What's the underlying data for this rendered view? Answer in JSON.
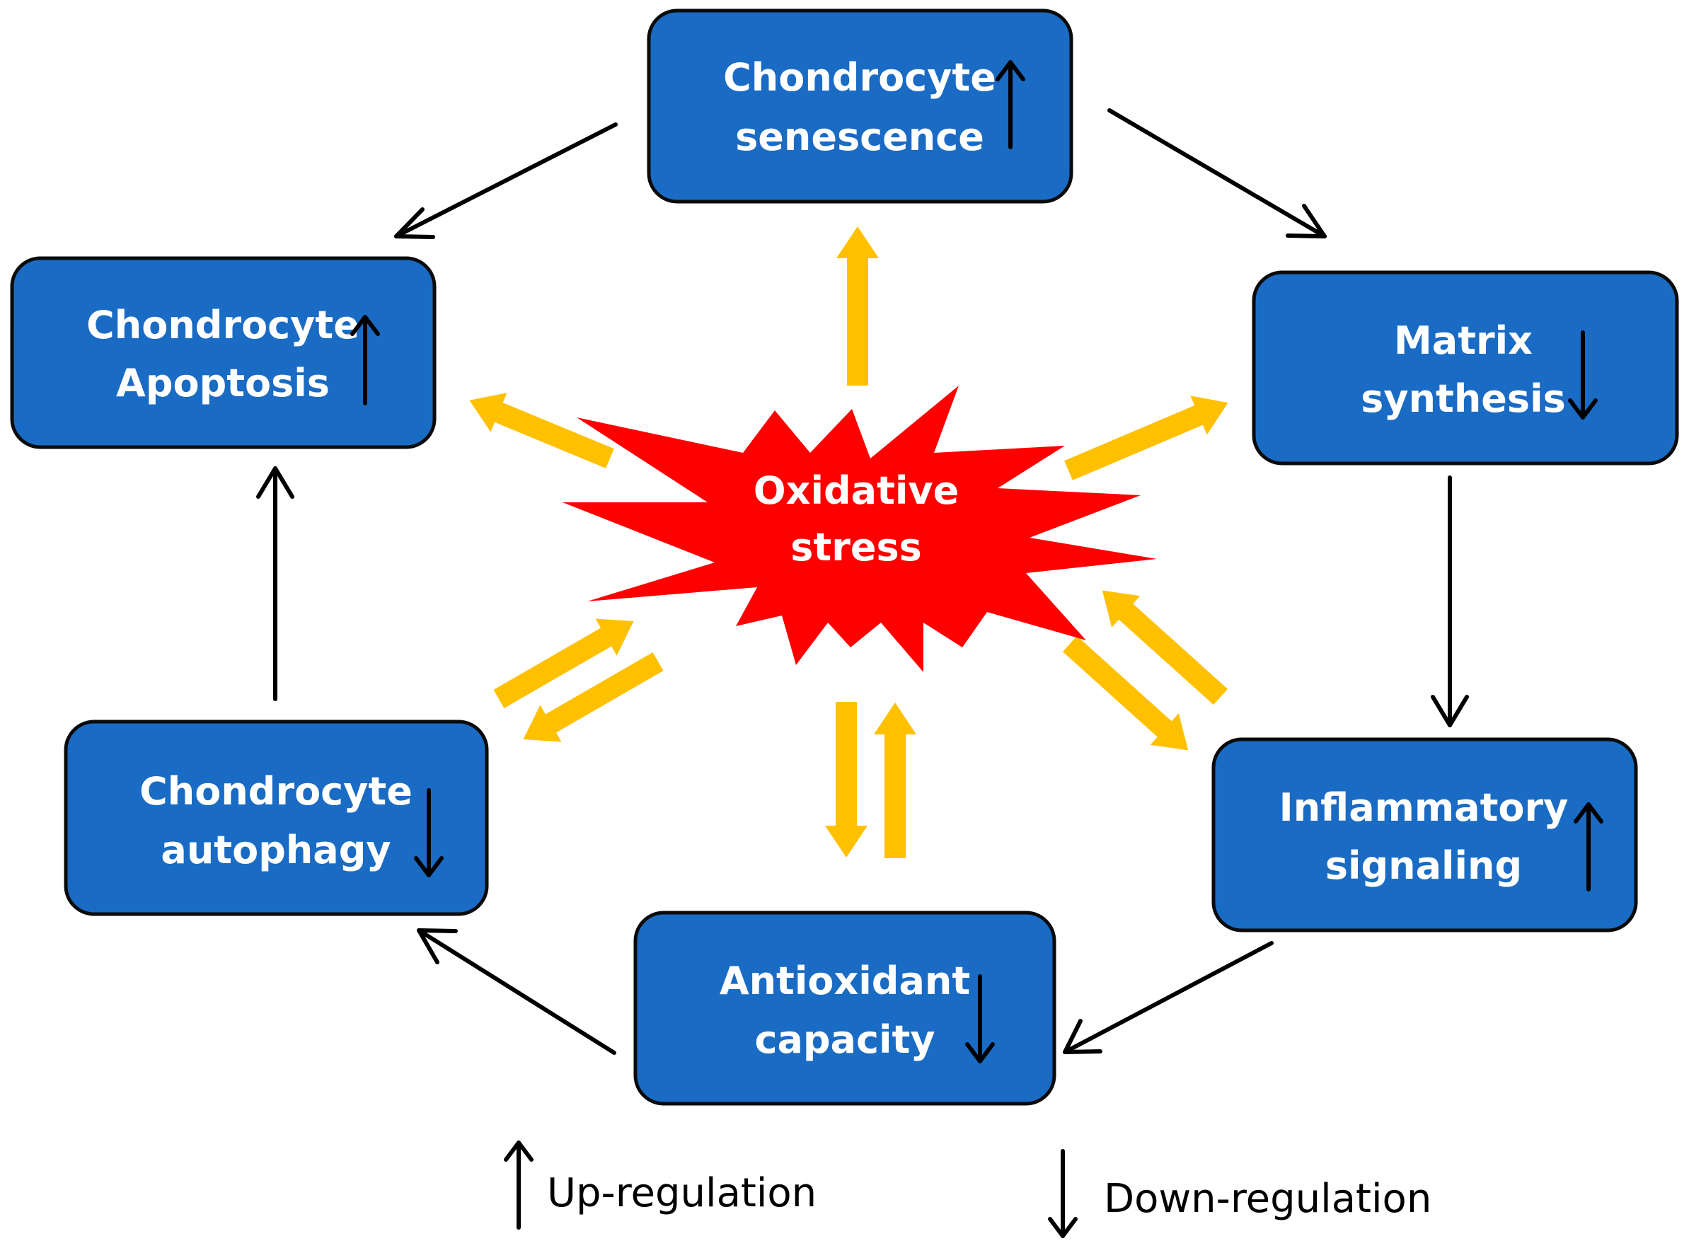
{
  "colors": {
    "node_fill": "#1a6bc4",
    "node_stroke": "#0a0a0a",
    "node_text": "#ffffff",
    "burst_fill": "#ff0000",
    "block_arrow": "#ffc000",
    "cycle_arrow": "#000000"
  },
  "center": {
    "line1": "Oxidative",
    "line2": "stress"
  },
  "nodes": {
    "senescence": {
      "line1": "Chondrocyte",
      "line2": "senescence",
      "direction": "up"
    },
    "apoptosis": {
      "line1": "Chondrocyte",
      "line2": "Apoptosis",
      "direction": "up"
    },
    "matrix": {
      "line1": "Matrix",
      "line2": "synthesis",
      "direction": "down"
    },
    "autophagy": {
      "line1": "Chondrocyte",
      "line2": "autophagy",
      "direction": "down"
    },
    "inflammatory": {
      "line1": "Inflammatory",
      "line2": "signaling",
      "direction": "up"
    },
    "antioxidant": {
      "line1": "Antioxidant",
      "line2": "capacity",
      "direction": "down"
    }
  },
  "legend": {
    "up": "Up-regulation",
    "down": "Down-regulation"
  }
}
